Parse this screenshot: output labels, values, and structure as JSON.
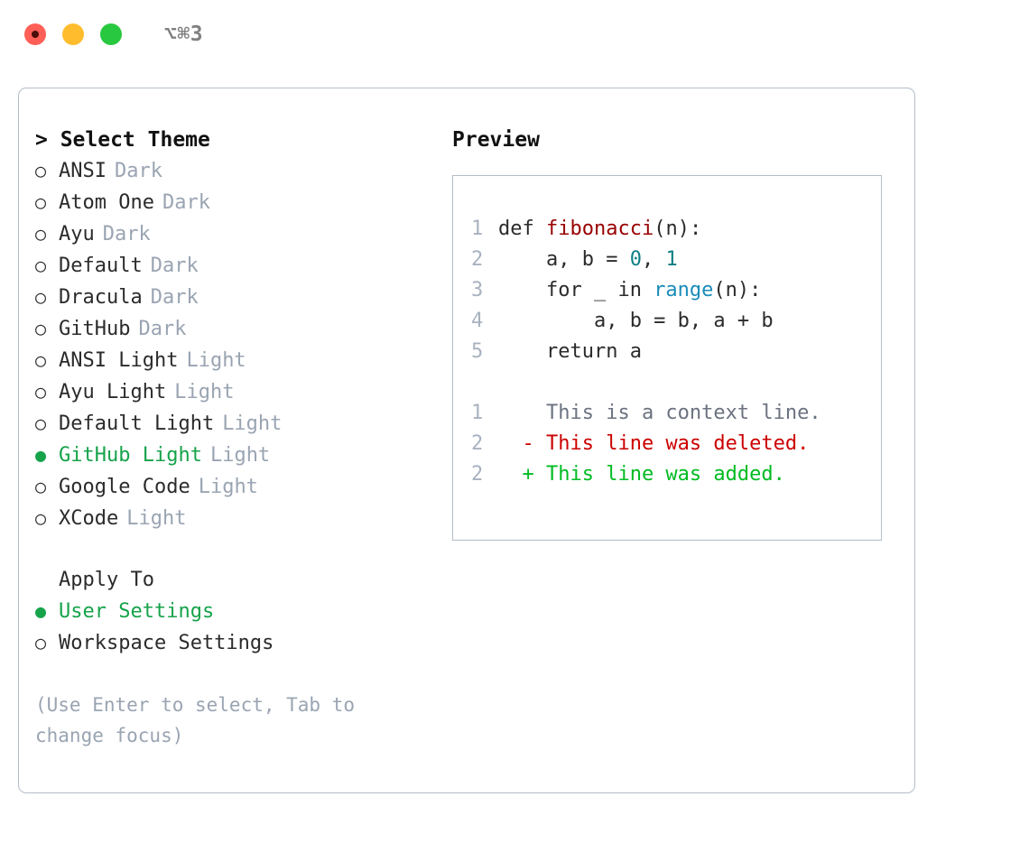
{
  "titlebar": {
    "shortcut": "⌥⌘3",
    "buttons": [
      {
        "name": "close",
        "color": "#ff5f57"
      },
      {
        "name": "minimize",
        "color": "#ffbd2e"
      },
      {
        "name": "maximize",
        "color": "#28c840"
      }
    ]
  },
  "theme_list": {
    "header": "> Select Theme",
    "items": [
      {
        "marker": "○",
        "label": "ANSI",
        "kind": "Dark",
        "selected": false
      },
      {
        "marker": "○",
        "label": "Atom One",
        "kind": "Dark",
        "selected": false
      },
      {
        "marker": "○",
        "label": "Ayu",
        "kind": "Dark",
        "selected": false
      },
      {
        "marker": "○",
        "label": "Default",
        "kind": "Dark",
        "selected": false
      },
      {
        "marker": "○",
        "label": "Dracula",
        "kind": "Dark",
        "selected": false
      },
      {
        "marker": "○",
        "label": "GitHub",
        "kind": "Dark",
        "selected": false
      },
      {
        "marker": "○",
        "label": "ANSI Light",
        "kind": "Light",
        "selected": false
      },
      {
        "marker": "○",
        "label": "Ayu Light",
        "kind": "Light",
        "selected": false
      },
      {
        "marker": "○",
        "label": "Default Light",
        "kind": "Light",
        "selected": false
      },
      {
        "marker": "●",
        "label": "GitHub Light",
        "kind": "Light",
        "selected": true
      },
      {
        "marker": "○",
        "label": "Google Code",
        "kind": "Light",
        "selected": false
      },
      {
        "marker": "○",
        "label": "XCode",
        "kind": "Light",
        "selected": false
      }
    ]
  },
  "apply_to": {
    "header": "Apply To",
    "items": [
      {
        "marker": "●",
        "label": "User Settings",
        "selected": true
      },
      {
        "marker": "○",
        "label": "Workspace Settings",
        "selected": false
      }
    ]
  },
  "hint": "(Use Enter to select, Tab to change focus)",
  "preview": {
    "header": "Preview",
    "code_lines": [
      {
        "lineno": "1",
        "tokens": [
          {
            "text": "def ",
            "type": "plain"
          },
          {
            "text": "fibonacci",
            "type": "fn"
          },
          {
            "text": "(n):",
            "type": "plain"
          }
        ]
      },
      {
        "lineno": "2",
        "tokens": [
          {
            "text": "    a, b = ",
            "type": "plain"
          },
          {
            "text": "0",
            "type": "num"
          },
          {
            "text": ", ",
            "type": "plain"
          },
          {
            "text": "1",
            "type": "num"
          }
        ]
      },
      {
        "lineno": "3",
        "tokens": [
          {
            "text": "    for _ in ",
            "type": "plain"
          },
          {
            "text": "range",
            "type": "builtin"
          },
          {
            "text": "(n):",
            "type": "plain"
          }
        ]
      },
      {
        "lineno": "4",
        "tokens": [
          {
            "text": "        a, b = b, a + b",
            "type": "plain"
          }
        ]
      },
      {
        "lineno": "5",
        "tokens": [
          {
            "text": "    return a",
            "type": "plain"
          }
        ]
      }
    ],
    "diff_lines": [
      {
        "lineno": "1",
        "prefix": "  ",
        "text": "This is a context line.",
        "type": "context"
      },
      {
        "lineno": "2",
        "prefix": "- ",
        "text": "This line was deleted.",
        "type": "del"
      },
      {
        "lineno": "2",
        "prefix": "+ ",
        "text": "This line was added.",
        "type": "add"
      }
    ]
  },
  "colors": {
    "accent_green": "#16a34a",
    "diff_add": "#00bb22",
    "diff_del": "#cc0000",
    "muted": "#9aa4b2",
    "border": "#b4bdc9",
    "fn": "#990000",
    "num": "#0d7f84",
    "builtin": "#1a8cba"
  }
}
